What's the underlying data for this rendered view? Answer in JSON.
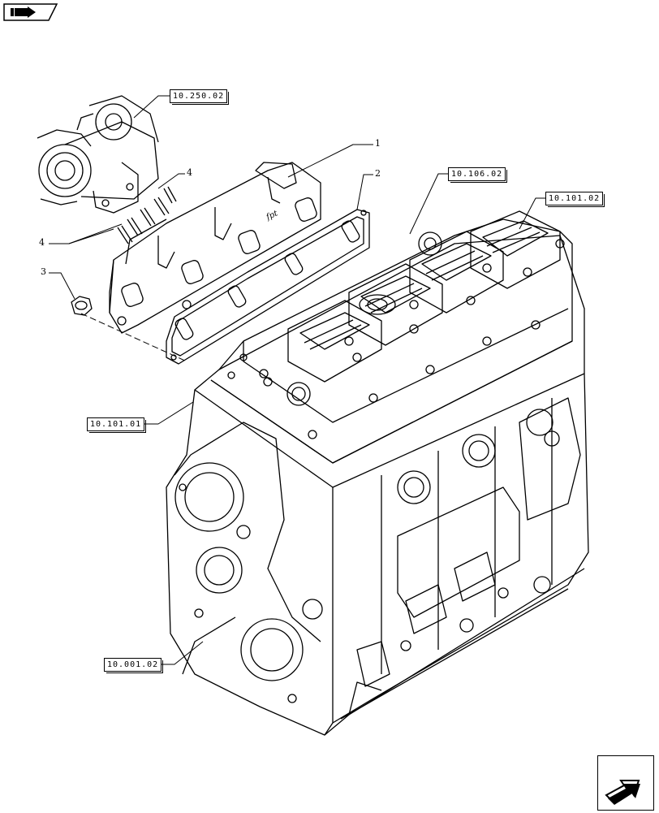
{
  "references": {
    "turbo": "10.250.02",
    "head": "10.106.02",
    "cover": "10.101.02",
    "block_top": "10.101.01",
    "block": "10.001.02"
  },
  "callouts": {
    "manifold": "1",
    "gasket": "2",
    "nut": "3",
    "studs_upper": "4",
    "studs_lower": "4"
  },
  "logo_text": "fpt",
  "icons": {
    "top_left": "book-arrow-icon",
    "bottom_right": "next-page-arrow-icon"
  }
}
